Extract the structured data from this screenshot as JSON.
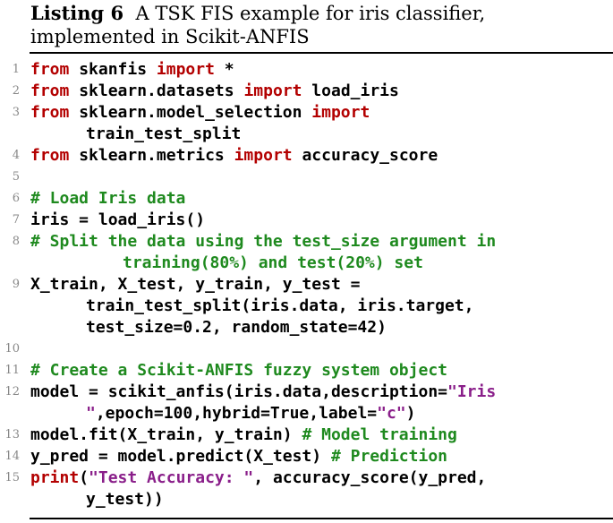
{
  "caption": {
    "label": "Listing 6",
    "text": "A TSK FIS example for iris classifier, implemented in Scikit-ANFIS"
  },
  "code": {
    "lines": [
      {
        "num": "1",
        "indent": 0,
        "parts": [
          {
            "t": "from",
            "k": "kw"
          },
          {
            "t": " skanfis ",
            "k": ""
          },
          {
            "t": "import",
            "k": "kw"
          },
          {
            "t": " *",
            "k": ""
          }
        ]
      },
      {
        "num": "2",
        "indent": 0,
        "parts": [
          {
            "t": "from",
            "k": "kw"
          },
          {
            "t": " sklearn.datasets ",
            "k": ""
          },
          {
            "t": "import",
            "k": "kw"
          },
          {
            "t": " load_iris",
            "k": ""
          }
        ]
      },
      {
        "num": "3",
        "indent": 0,
        "parts": [
          {
            "t": "from",
            "k": "kw"
          },
          {
            "t": " sklearn.model_selection ",
            "k": ""
          },
          {
            "t": "import",
            "k": "kw"
          }
        ]
      },
      {
        "num": "",
        "indent": 1,
        "parts": [
          {
            "t": "train_test_split",
            "k": ""
          }
        ]
      },
      {
        "num": "4",
        "indent": 0,
        "parts": [
          {
            "t": "from",
            "k": "kw"
          },
          {
            "t": " sklearn.metrics ",
            "k": ""
          },
          {
            "t": "import",
            "k": "kw"
          },
          {
            "t": " accuracy_score",
            "k": ""
          }
        ]
      },
      {
        "num": "5",
        "indent": 0,
        "parts": []
      },
      {
        "num": "6",
        "indent": 0,
        "parts": [
          {
            "t": "# Load Iris data",
            "k": "cm"
          }
        ]
      },
      {
        "num": "7",
        "indent": 0,
        "parts": [
          {
            "t": "iris = load_iris()",
            "k": ""
          }
        ]
      },
      {
        "num": "8",
        "indent": 0,
        "parts": [
          {
            "t": "# Split the data using the test_size argument in",
            "k": "cm"
          }
        ]
      },
      {
        "num": "",
        "indent": 2,
        "parts": [
          {
            "t": "training(80%) and test(20%) set",
            "k": "cm"
          }
        ]
      },
      {
        "num": "9",
        "indent": 0,
        "parts": [
          {
            "t": "X_train, X_test, y_train, y_test =",
            "k": ""
          }
        ]
      },
      {
        "num": "",
        "indent": 1,
        "parts": [
          {
            "t": "train_test_split(iris.data, iris.target,",
            "k": ""
          }
        ]
      },
      {
        "num": "",
        "indent": 1,
        "parts": [
          {
            "t": "test_size=0.2, random_state=42)",
            "k": ""
          }
        ]
      },
      {
        "num": "10",
        "indent": 0,
        "parts": []
      },
      {
        "num": "11",
        "indent": 0,
        "parts": [
          {
            "t": "# Create a Scikit-ANFIS fuzzy system object",
            "k": "cm"
          }
        ]
      },
      {
        "num": "12",
        "indent": 0,
        "parts": [
          {
            "t": "model = scikit_anfis(iris.data,description=",
            "k": ""
          },
          {
            "t": "\"Iris",
            "k": "st"
          }
        ]
      },
      {
        "num": "",
        "indent": 1,
        "parts": [
          {
            "t": "\"",
            "k": "st"
          },
          {
            "t": ",epoch=100,hybrid=True,label=",
            "k": ""
          },
          {
            "t": "\"c\"",
            "k": "st"
          },
          {
            "t": ")",
            "k": ""
          }
        ]
      },
      {
        "num": "13",
        "indent": 0,
        "parts": [
          {
            "t": "model.fit(X_train, y_train) ",
            "k": ""
          },
          {
            "t": "# Model training",
            "k": "cm"
          }
        ]
      },
      {
        "num": "14",
        "indent": 0,
        "parts": [
          {
            "t": "y_pred = model.predict(X_test) ",
            "k": ""
          },
          {
            "t": "# Prediction",
            "k": "cm"
          }
        ]
      },
      {
        "num": "15",
        "indent": 0,
        "parts": [
          {
            "t": "print",
            "k": "kw"
          },
          {
            "t": "(",
            "k": ""
          },
          {
            "t": "\"Test Accuracy: \"",
            "k": "st"
          },
          {
            "t": ", accuracy_score(y_pred,",
            "k": ""
          }
        ]
      },
      {
        "num": "",
        "indent": 1,
        "parts": [
          {
            "t": "y_test))",
            "k": ""
          }
        ]
      }
    ]
  }
}
